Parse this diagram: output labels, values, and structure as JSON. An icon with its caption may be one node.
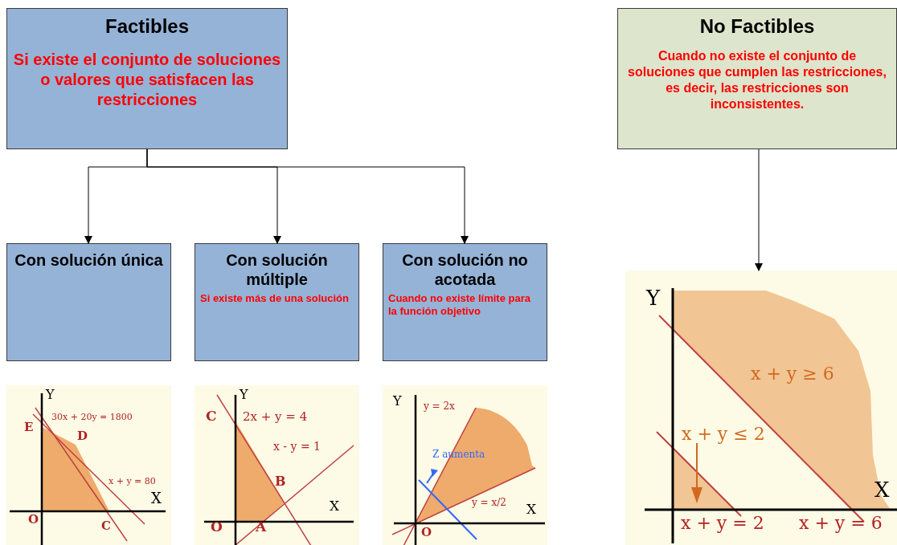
{
  "diagram": {
    "nodes": [
      {
        "text": [
          "Factibles",
          "Si existe el conjunto de soluciones o valores que satisfacen las restricciones"
        ]
      },
      {
        "text": [
          "Con solución única"
        ]
      },
      {
        "text": [
          "Con solución múltiple",
          "Si existe más de una solución"
        ]
      },
      {
        "text": [
          "Con solución no acotada",
          "Cuando no existe límite para la función objetivo"
        ]
      },
      {
        "text": [
          "No Factibles",
          "Cuando no existe el conjunto de soluciones que cumplen las restricciones, es decir, las restricciones son inconsistentes."
        ]
      },
      {
        "text": [],
        "shape": "picture"
      }
    ],
    "edges": [
      {
        "from": 0,
        "to": 1,
        "arrow": "to"
      },
      {
        "from": 0,
        "to": 2,
        "arrow": "to"
      },
      {
        "from": 0,
        "to": 3,
        "arrow": "to"
      },
      {
        "from": 4,
        "to": 5,
        "arrow": "to"
      }
    ],
    "labels": [
      "Y",
      "30x + 20y = 1800",
      "E",
      "D",
      "x + y = 80",
      "X",
      "O",
      "C",
      "Y",
      "C",
      "2x + y = 4",
      "x - y = 1",
      "B",
      "X",
      "O",
      "A",
      "Y",
      "y = 2x",
      "Z aumenta",
      "y = x/2",
      "X",
      "O",
      "Y",
      "x + y ≥ 6",
      "x + y ≤ 2",
      "X",
      "x + y = 2",
      "x + y = 6"
    ]
  }
}
